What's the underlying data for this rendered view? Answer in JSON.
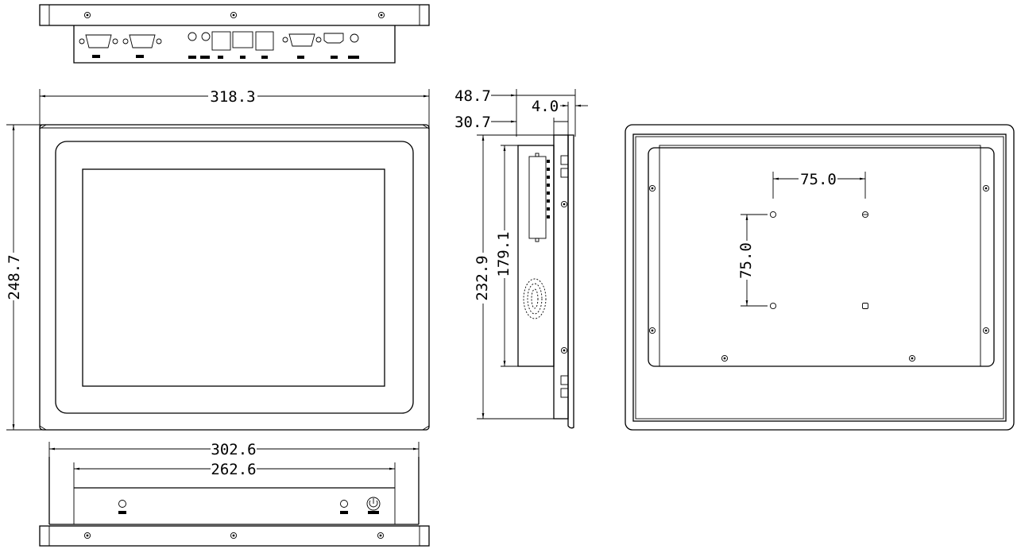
{
  "top_view": {
    "title": "top-view-ports"
  },
  "front_view": {
    "width_label": "318.3",
    "height_label": "248.7"
  },
  "side_view": {
    "depth_total_label": "48.7",
    "depth_body_label": "30.7",
    "bezel_label": "4.0",
    "height_label": "232.9",
    "inner_height_label": "179.1"
  },
  "rear_view": {
    "vesa_h_label": "75.0",
    "vesa_v_label": "75.0"
  },
  "bottom_view": {
    "outer_width_label": "302.6",
    "inner_width_label": "262.6"
  }
}
